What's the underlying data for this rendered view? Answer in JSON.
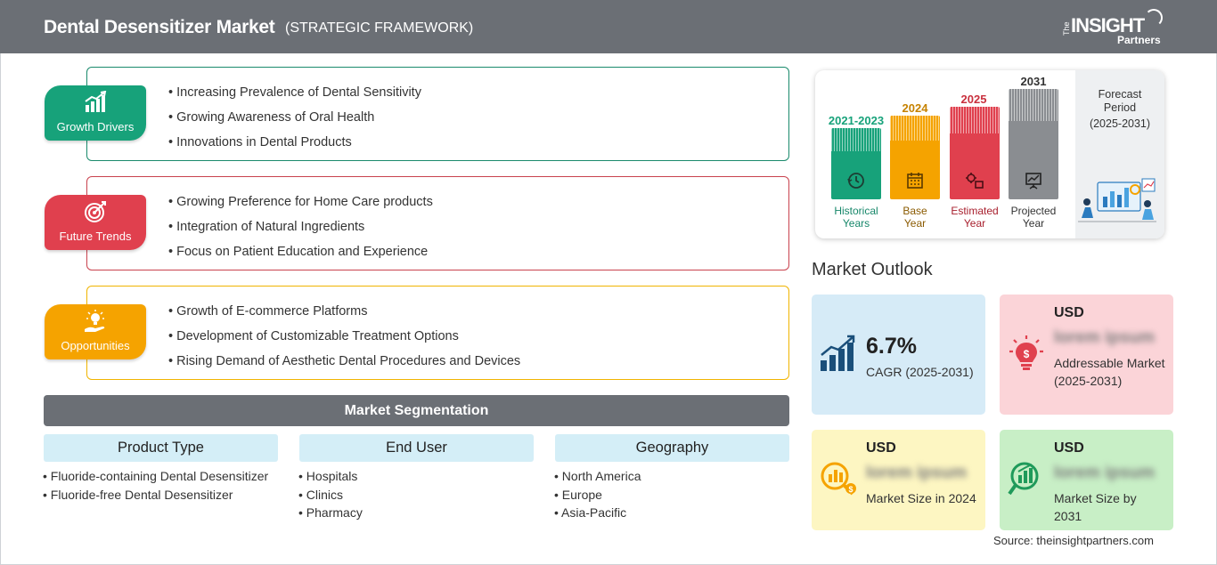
{
  "header": {
    "title": "Dental Desensitizer Market",
    "subtitle": "(STRATEGIC FRAMEWORK)",
    "logo_the": "The",
    "logo_insight": "INSIGHT",
    "logo_partners": "Partners"
  },
  "framework": {
    "drivers": {
      "label": "Growth Drivers",
      "icon": "bar-growth-icon",
      "color": "#17a27a",
      "items": [
        "Increasing Prevalence of Dental Sensitivity",
        "Growing Awareness of Oral Health",
        "Innovations in Dental Products"
      ]
    },
    "trends": {
      "label": "Future Trends",
      "icon": "target-icon",
      "color": "#e0404e",
      "items": [
        "Growing Preference for Home Care products",
        "Integration of Natural Ingredients",
        "Focus on Patient Education and Experience"
      ]
    },
    "opportunities": {
      "label": "Opportunities",
      "icon": "lightbulb-hand-icon",
      "color": "#f5a300",
      "items": [
        "Growth of E-commerce Platforms",
        "Development of Customizable Treatment Options",
        "Rising Demand of Aesthetic Dental Procedures and Devices"
      ]
    }
  },
  "segmentation": {
    "title": "Market Segmentation",
    "columns": [
      {
        "head": "Product Type",
        "items": [
          "Fluoride-containing Dental Desensitizer",
          "Fluoride-free Dental Desensitizer"
        ]
      },
      {
        "head": "End User",
        "items": [
          "Hospitals",
          "Clinics",
          "Pharmacy"
        ]
      },
      {
        "head": "Geography",
        "items": [
          "North America",
          "Europe",
          "Asia-Pacific"
        ]
      }
    ]
  },
  "timeline": {
    "periods": [
      {
        "year": "2021-2023",
        "caption": [
          "Historical",
          "Years"
        ],
        "color": "#17a27a",
        "icon": "history-clock-icon"
      },
      {
        "year": "2024",
        "caption": [
          "Base",
          "Year"
        ],
        "color": "#f5a300",
        "icon": "calendar-icon"
      },
      {
        "year": "2025",
        "caption": [
          "Estimated",
          "Year"
        ],
        "color": "#e0404e",
        "icon": "estimate-gear-icon"
      },
      {
        "year": "2031",
        "caption": [
          "Projected",
          "Year"
        ],
        "color": "#8a8d91",
        "icon": "projection-board-icon"
      }
    ],
    "forecast_title": [
      "Forecast",
      "Period"
    ],
    "forecast_range": "(2025-2031)"
  },
  "outlook": {
    "title": "Market Outlook",
    "cagr": {
      "value": "6.7%",
      "label": "CAGR (2025-2031)"
    },
    "addressable": {
      "currency": "USD",
      "value": "lorem ipsum",
      "label": "Addressable Market (2025-2031)"
    },
    "size_2024": {
      "currency": "USD",
      "value": "lorem ipsum",
      "label": "Market Size in 2024"
    },
    "size_2031": {
      "currency": "USD",
      "value": "lorem ipsum",
      "label": "Market Size by 2031"
    }
  },
  "source": "Source: theinsightpartners.com"
}
